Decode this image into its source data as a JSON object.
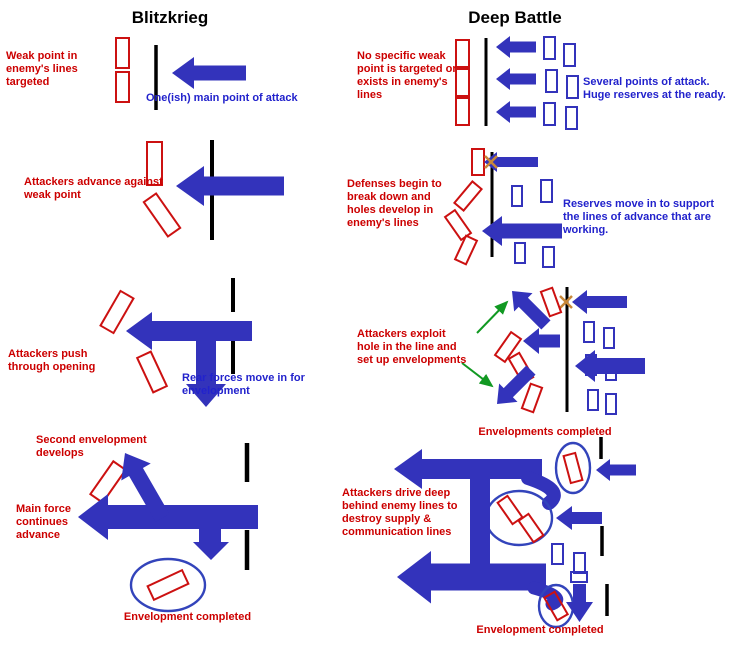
{
  "title_left": "Blitzkrieg",
  "title_right": "Deep Battle",
  "blitzkrieg": {
    "step1": {
      "label": "Weak point in enemy's lines targeted",
      "caption": "One(ish) main point of attack"
    },
    "step2": {
      "label": "Attackers advance against weak point"
    },
    "step3": {
      "label": "Attackers push through opening",
      "caption": "Rear forces move in for envelopment"
    },
    "step4": {
      "label_top": "Second envelopment develops",
      "label_mid": "Main force continues advance",
      "caption": "Envelopment completed"
    }
  },
  "deep_battle": {
    "step1": {
      "label": "No specific weak point is targeted or exists in enemy's lines",
      "caption": "Several points of attack. Huge reserves at the ready."
    },
    "step2": {
      "label": "Defenses begin to break down and holes develop in enemy's lines",
      "caption": "Reserves move in to support the lines of advance that are working."
    },
    "step3": {
      "label": "Attackers exploit hole in the line and set up envelopments"
    },
    "step4": {
      "label_top": "Envelopments completed",
      "label_mid": "Attackers drive deep behind enemy lines to destroy supply & communication lines",
      "caption": "Envelopment completed"
    }
  },
  "colors": {
    "attacker_blue": "#3333bb",
    "enemy_red": "#cc1111",
    "text_red": "#cc0000",
    "text_blue": "#2222cc",
    "front_line_black": "#000000",
    "exploit_green": "#119922",
    "breakthrough_orange": "#c8883a"
  }
}
